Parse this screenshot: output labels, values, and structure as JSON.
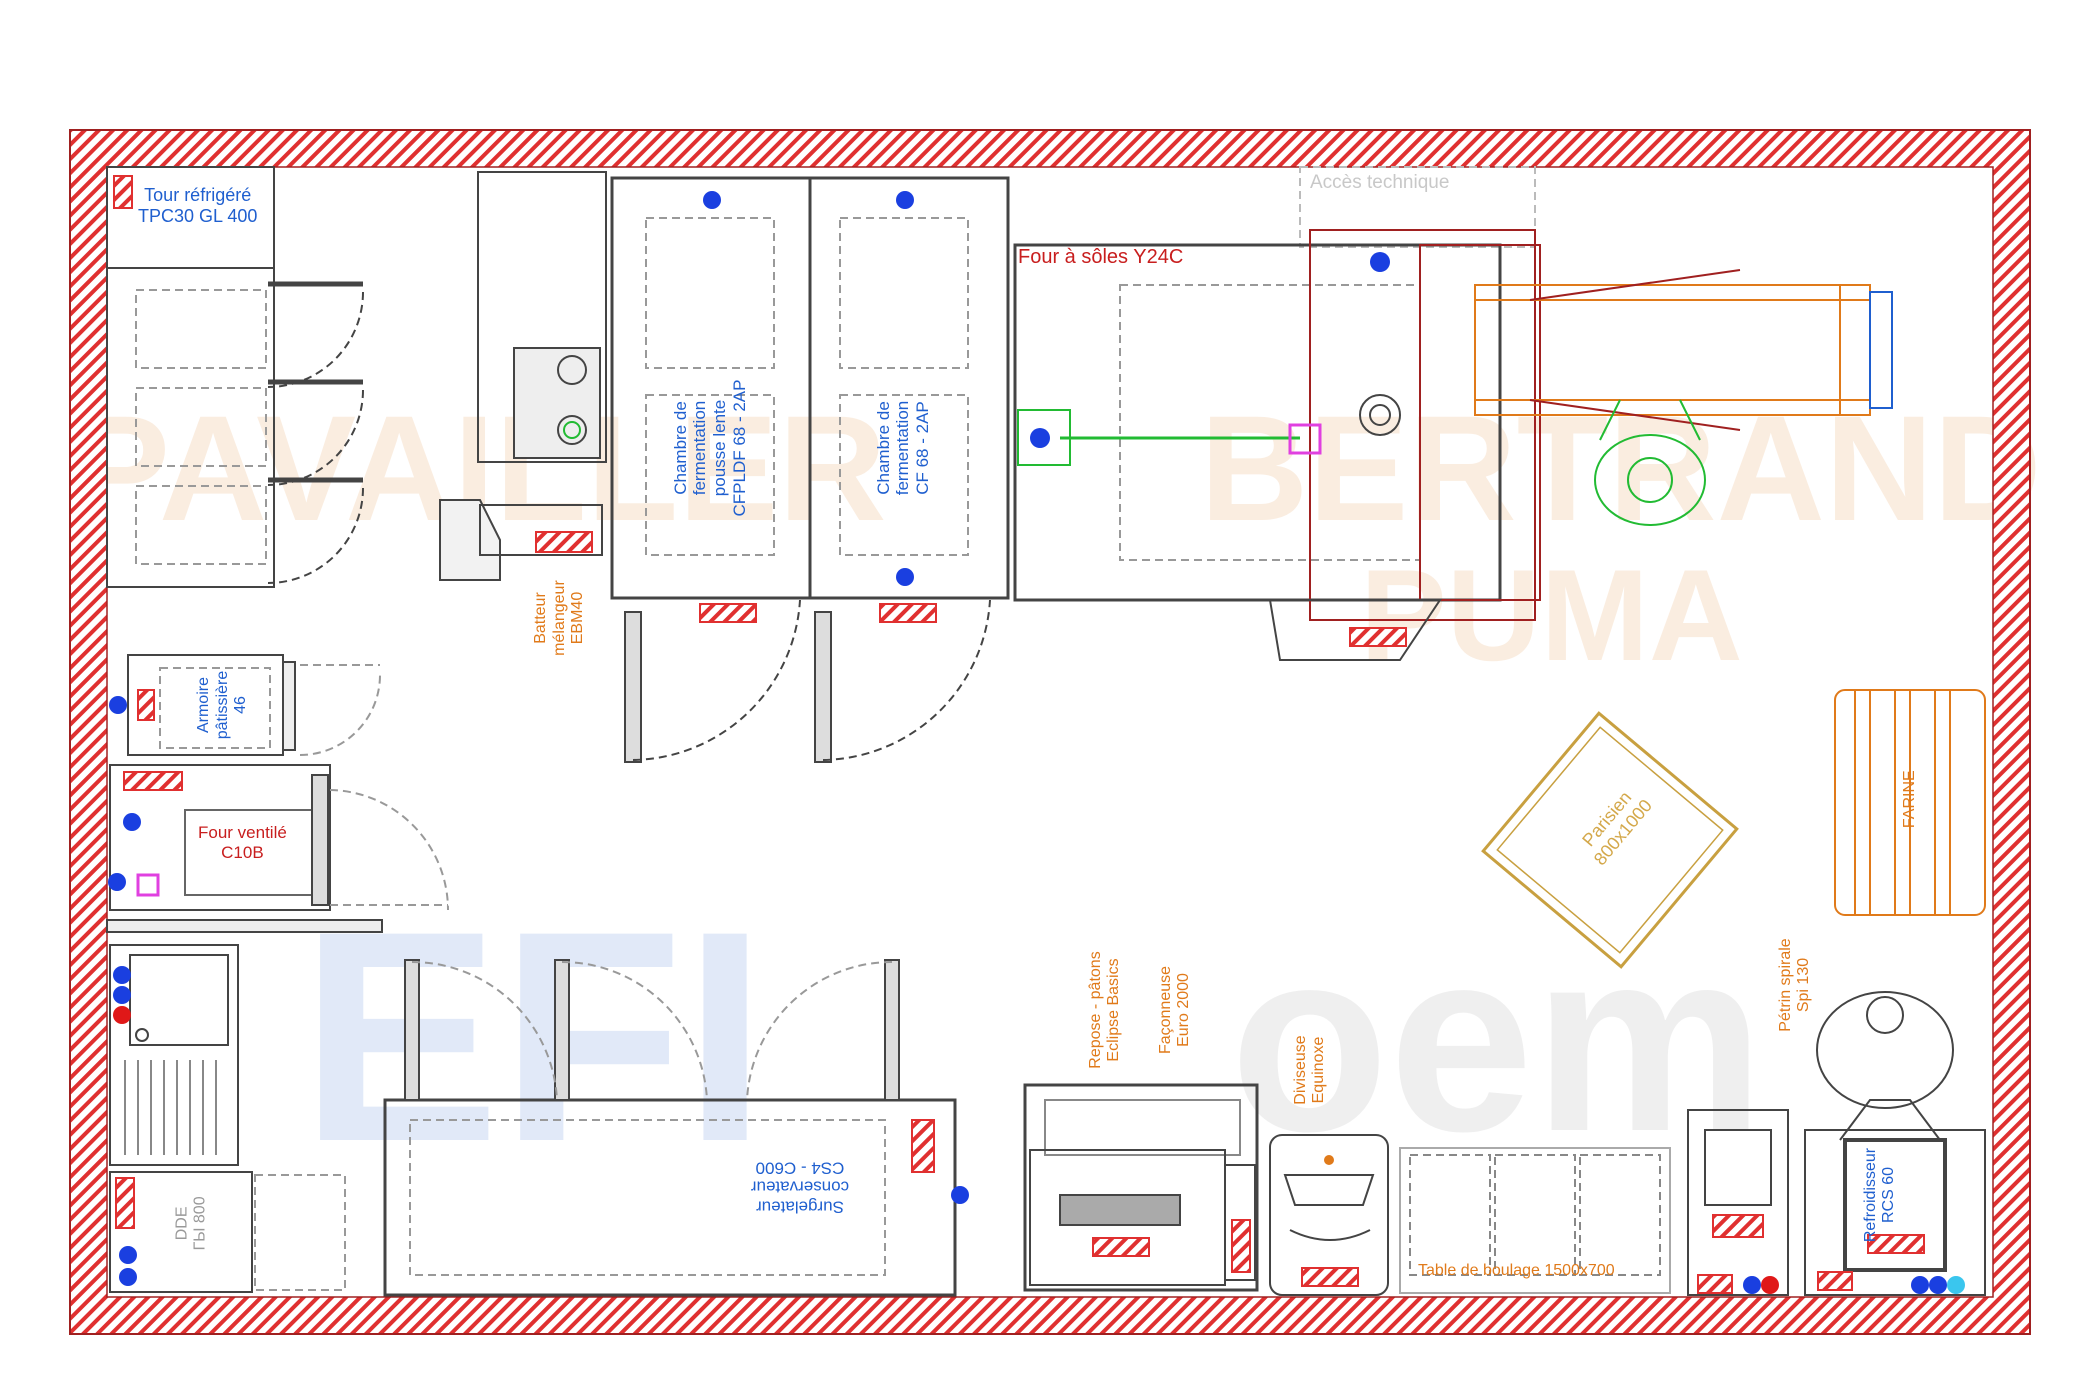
{
  "watermark": {
    "brand_top": "BERTRAND",
    "brand_bottom": "PUMA",
    "brand_left": "PAVAILLER",
    "logo_left": "EFI",
    "logo_right": "oem"
  },
  "colors": {
    "wall_hatch": "#e03030",
    "equipment_line": "#444444",
    "label_blue": "#1f5fcf",
    "label_orange": "#e07a1a",
    "label_red": "#c81e1e",
    "green": "#22bb33",
    "magenta": "#e040e0",
    "marker_blue": "#1a3fe0",
    "marker_red": "#e01818"
  },
  "labels": {
    "tour_refrigere": [
      "Tour réfrigéré",
      "TPC30 GL 400"
    ],
    "armoire": [
      "Armoire",
      "pâtissière",
      "46"
    ],
    "four_ventile": [
      "Four ventilé",
      "C10B"
    ],
    "batteur": [
      "Batteur",
      "mélangeur",
      "EBM40"
    ],
    "chambre1": [
      "Chambre de",
      "fermentation",
      "pousse lente",
      "CFPLDF 68 - 2AP"
    ],
    "chambre2": [
      "Chambre de",
      "fermentation",
      "CF 68 - 2AP"
    ],
    "four_soles": "Four à sôles Y24C",
    "acces_technique": "Accès technique",
    "parisien": [
      "Parisien",
      "800x1000"
    ],
    "farine": "FARINE",
    "surgelateur": [
      "Surgelateur",
      "conservateur",
      "CS4 - C600"
    ],
    "dde": [
      "DDE",
      "ГЫ 800"
    ],
    "repose_patons": [
      "Repose - pâtons",
      "Eclipse Basics"
    ],
    "faconneuse": [
      "Façonneuse",
      "Euro 2000"
    ],
    "diviseuse": [
      "Diviseuse",
      "Equinoxe"
    ],
    "table_boulage": "Table de boulage 1500x700",
    "petrin": [
      "Pétrin spirale",
      "Spi 130"
    ],
    "refroidisseur": [
      "Refroidisseur",
      "RCS 60"
    ]
  }
}
